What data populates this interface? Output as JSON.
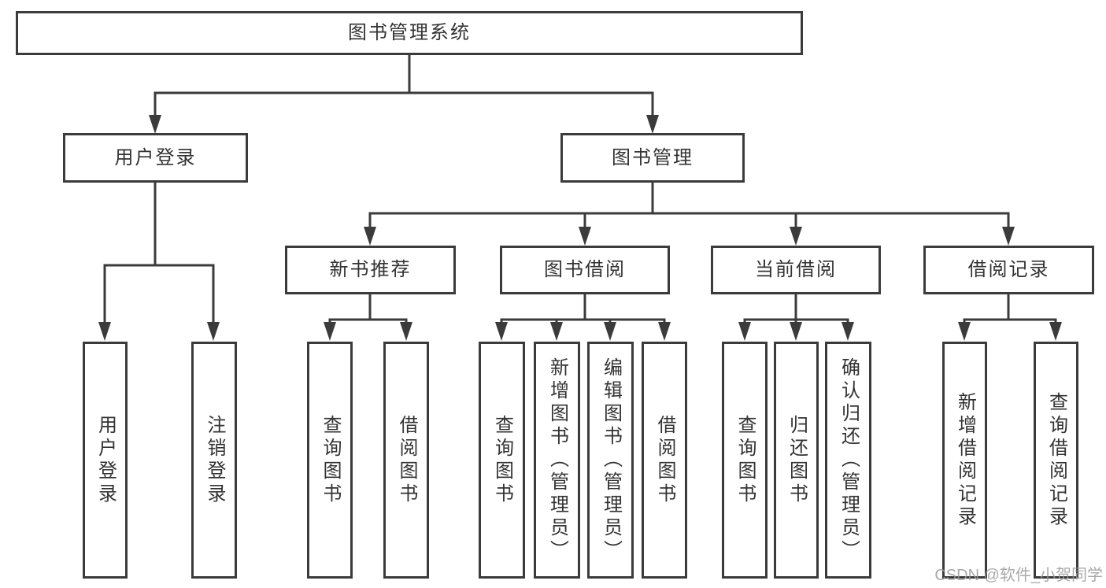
{
  "diagram": {
    "root": {
      "label": "图书管理系统"
    },
    "branches": [
      {
        "label": "用户登录",
        "children": [
          {
            "label": "用户登录"
          },
          {
            "label": "注销登录"
          }
        ]
      },
      {
        "label": "图书管理",
        "children": [
          {
            "label": "新书推荐",
            "children": [
              {
                "label": "查询图书"
              },
              {
                "label": "借阅图书"
              }
            ]
          },
          {
            "label": "图书借阅",
            "children": [
              {
                "label": "查询图书"
              },
              {
                "label": "新增图书（管理员）"
              },
              {
                "label": "编辑图书（管理员）"
              },
              {
                "label": "借阅图书"
              }
            ]
          },
          {
            "label": "当前借阅",
            "children": [
              {
                "label": "查询图书"
              },
              {
                "label": "归还图书"
              },
              {
                "label": "确认归还（管理员）"
              }
            ]
          },
          {
            "label": "借阅记录",
            "children": [
              {
                "label": "新增借阅记录"
              },
              {
                "label": "查询借阅记录"
              }
            ]
          }
        ]
      }
    ]
  },
  "watermark": {
    "text": "CSDN @软件_小贺同学"
  },
  "colors": {
    "line": "#3b3b3b",
    "text": "#333333",
    "background": "#ffffff",
    "watermark": "#9b9b9b"
  }
}
